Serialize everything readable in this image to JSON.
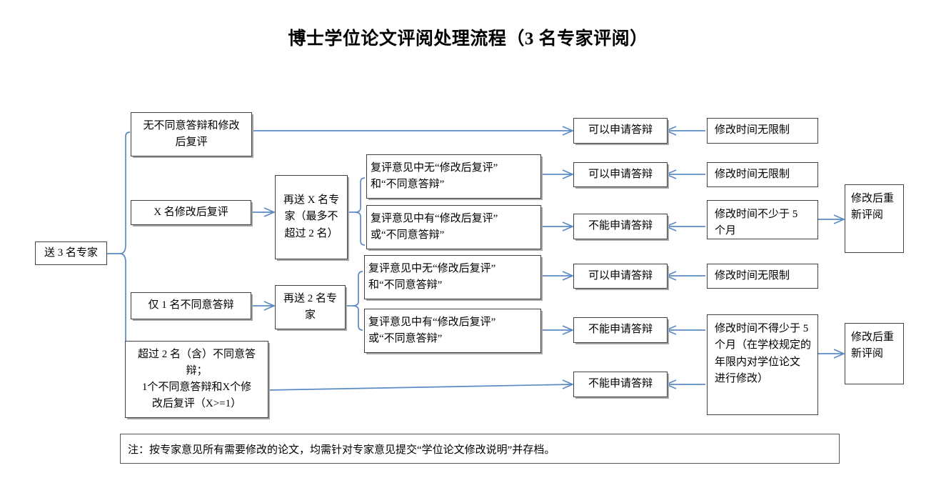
{
  "document": {
    "title": "博士学位论文评阅处理流程（3 名专家评阅）",
    "note": "注：按专家意见所有需要修改的论文，均需针对专家意见提交“学位论文修改说明”并存档。"
  },
  "colors": {
    "connector": "#5b8bc4",
    "box_border": "#404040",
    "background": "#ffffff",
    "text": "#000000"
  },
  "chart_data": {
    "type": "diagram",
    "title": "博士学位论文评阅处理流程（3 名专家评阅）",
    "nodes": [
      {
        "id": "start",
        "label": "送 3 名专家",
        "column": 1
      },
      {
        "id": "outcome_none",
        "label": "无不同意答辩和修改\n后复评",
        "column": 2
      },
      {
        "id": "outcome_x_revise",
        "label": "X 名修改后复评",
        "column": 2
      },
      {
        "id": "outcome_one_no",
        "label": "仅 1 名不同意答辩",
        "column": 2
      },
      {
        "id": "outcome_two_no",
        "label": "超过 2 名（含）不同意答\n辩；\n1个不同意答辩和X个修\n改后复评（X>=1）",
        "column": 2
      },
      {
        "id": "resend_x",
        "label": "再送 X 名专\n家（最多不\n超过 2 名）",
        "column": 3
      },
      {
        "id": "resend_two",
        "label": "再送 2 名专\n家",
        "column": 3
      },
      {
        "id": "review_a1",
        "label": "复评意见中无“修改后复评”\n和“不同意答辩”",
        "column": 4
      },
      {
        "id": "review_a2",
        "label": "复评意见中有“修改后复评”\n或“不同意答辩”",
        "column": 4
      },
      {
        "id": "review_b1",
        "label": "复评意见中无“修改后复评”\n和“不同意答辩”",
        "column": 4
      },
      {
        "id": "review_b2",
        "label": "复评意见中有“修改后复评”\n或“不同意答辩”",
        "column": 4
      },
      {
        "id": "result_1",
        "label": "可以申请答辩",
        "column": 5
      },
      {
        "id": "result_2",
        "label": "可以申请答辩",
        "column": 5
      },
      {
        "id": "result_3",
        "label": "不能申请答辩",
        "column": 5
      },
      {
        "id": "result_4",
        "label": "可以申请答辩",
        "column": 5
      },
      {
        "id": "result_5",
        "label": "不能申请答辩",
        "column": 5
      },
      {
        "id": "result_6",
        "label": "不能申请答辩",
        "column": 5
      },
      {
        "id": "time_1",
        "label": "修改时间无限制",
        "column": 6
      },
      {
        "id": "time_2",
        "label": "修改时间无限制",
        "column": 6
      },
      {
        "id": "time_3",
        "label": "修改时间不少于 5\n个月",
        "column": 6
      },
      {
        "id": "time_4",
        "label": "修改时间无限制",
        "column": 6
      },
      {
        "id": "time_5",
        "label": "修改时间不得少于 5\n个月（在学校规定的\n年限内对学位论文\n进行修改）",
        "column": 6
      },
      {
        "id": "rereview_1",
        "label": "修改后重\n新评阅",
        "column": 7
      },
      {
        "id": "rereview_2",
        "label": "修改后重\n新评阅",
        "column": 7
      }
    ],
    "edges": [
      {
        "from": "start",
        "to": "outcome_none",
        "style": "bracket"
      },
      {
        "from": "start",
        "to": "outcome_x_revise",
        "style": "bracket"
      },
      {
        "from": "start",
        "to": "outcome_one_no",
        "style": "bracket"
      },
      {
        "from": "start",
        "to": "outcome_two_no",
        "style": "bracket"
      },
      {
        "from": "outcome_none",
        "to": "result_1",
        "style": "arrow"
      },
      {
        "from": "outcome_x_revise",
        "to": "resend_x",
        "style": "arrow"
      },
      {
        "from": "resend_x",
        "to": "review_a1",
        "style": "bracket"
      },
      {
        "from": "resend_x",
        "to": "review_a2",
        "style": "bracket"
      },
      {
        "from": "review_a1",
        "to": "result_2",
        "style": "arrow"
      },
      {
        "from": "review_a2",
        "to": "result_3",
        "style": "arrow"
      },
      {
        "from": "outcome_one_no",
        "to": "resend_two",
        "style": "arrow"
      },
      {
        "from": "resend_two",
        "to": "review_b1",
        "style": "bracket"
      },
      {
        "from": "resend_two",
        "to": "review_b2",
        "style": "bracket"
      },
      {
        "from": "review_b1",
        "to": "result_4",
        "style": "arrow"
      },
      {
        "from": "review_b2",
        "to": "result_5",
        "style": "arrow"
      },
      {
        "from": "outcome_two_no",
        "to": "result_6",
        "style": "arrow"
      },
      {
        "from": "time_1",
        "to": "result_1",
        "style": "arrow-left"
      },
      {
        "from": "time_2",
        "to": "result_2",
        "style": "arrow-left"
      },
      {
        "from": "time_3",
        "to": "result_3",
        "style": "arrow-left"
      },
      {
        "from": "time_4",
        "to": "result_4",
        "style": "arrow-left"
      },
      {
        "from": "time_5",
        "to": "result_5",
        "style": "arrow-left"
      },
      {
        "from": "time_5",
        "to": "result_6",
        "style": "arrow-left"
      },
      {
        "from": "time_3",
        "to": "rereview_1",
        "style": "arrow"
      },
      {
        "from": "time_5",
        "to": "rereview_2",
        "style": "arrow"
      }
    ]
  }
}
